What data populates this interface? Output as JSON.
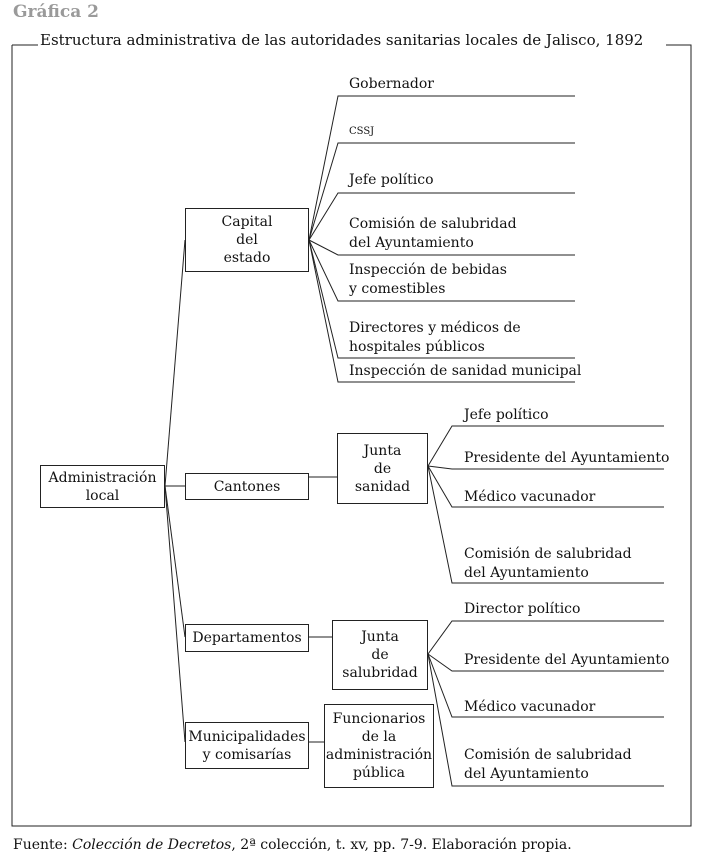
{
  "heading": "Gráfica 2",
  "title": "Estructura administrativa de las autoridades sanitarias locales de Jalisco, 1892",
  "source": {
    "prefix": "Fuente: ",
    "title": "Colección de Decretos",
    "rest": ", 2ª colección, t. xv, pp. 7-9. Elaboración propia."
  },
  "root": "Administración\nlocal",
  "capital": {
    "label": "Capital\ndel\nestado",
    "children": [
      "Gobernador",
      "CSSJ",
      "Jefe político",
      "Comisión de salubridad\ndel Ayuntamiento",
      "Inspección de bebidas\ny comestibles",
      "Directores y médicos de\nhospitales públicos",
      "Inspección de sanidad municipal"
    ]
  },
  "cantones": {
    "label": "Cantones",
    "junta": "Junta\nde\nsanidad",
    "children": [
      "Jefe político",
      "Presidente del Ayuntamiento",
      "Médico vacunador",
      "Comisión de salubridad\ndel Ayuntamiento"
    ]
  },
  "departamentos": {
    "label": "Departamentos",
    "junta": "Junta\nde\nsalubridad",
    "children": [
      "Director político",
      "Presidente del Ayuntamiento",
      "Médico vacunador",
      "Comisión de salubridad\ndel Ayuntamiento"
    ]
  },
  "municipalidades": {
    "label": "Municipalidades\ny comisarías",
    "funcionarios": "Funcionarios\nde la\nadministración\npública"
  }
}
